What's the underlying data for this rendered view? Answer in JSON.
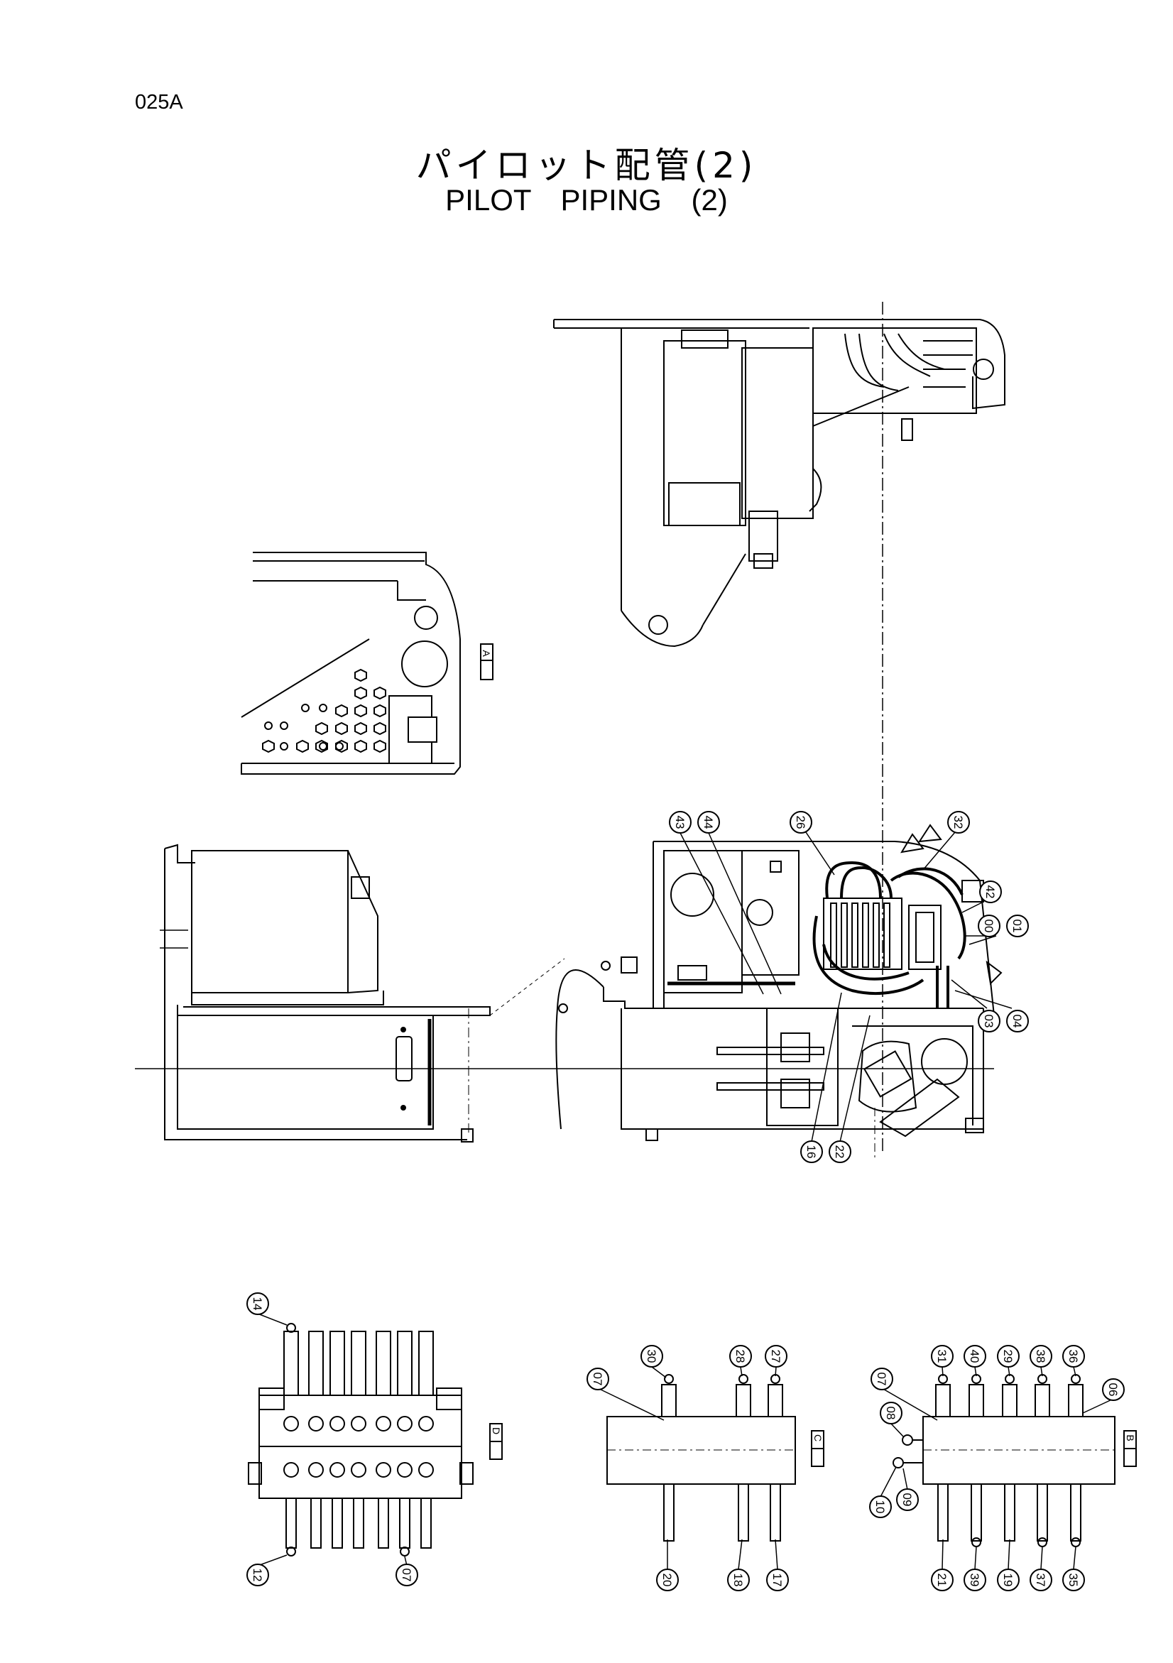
{
  "page_code": "025A",
  "title_ja": "パイロット配管(2)",
  "title_en": "PILOT   PIPING (2)",
  "view_tags": {
    "a": "A",
    "b": "B",
    "c": "C",
    "d": "D"
  },
  "callouts": {
    "main_view": [
      "43",
      "44",
      "26",
      "32",
      "42",
      "00",
      "01",
      "03",
      "04",
      "16",
      "22"
    ],
    "view_d": [
      "14",
      "12",
      "07"
    ],
    "view_c": [
      "07",
      "30",
      "28",
      "27",
      "20",
      "18",
      "17"
    ],
    "view_b": [
      "07",
      "31",
      "40",
      "29",
      "38",
      "36",
      "06",
      "08",
      "10",
      "09",
      "21",
      "39",
      "19",
      "37",
      "35"
    ]
  }
}
